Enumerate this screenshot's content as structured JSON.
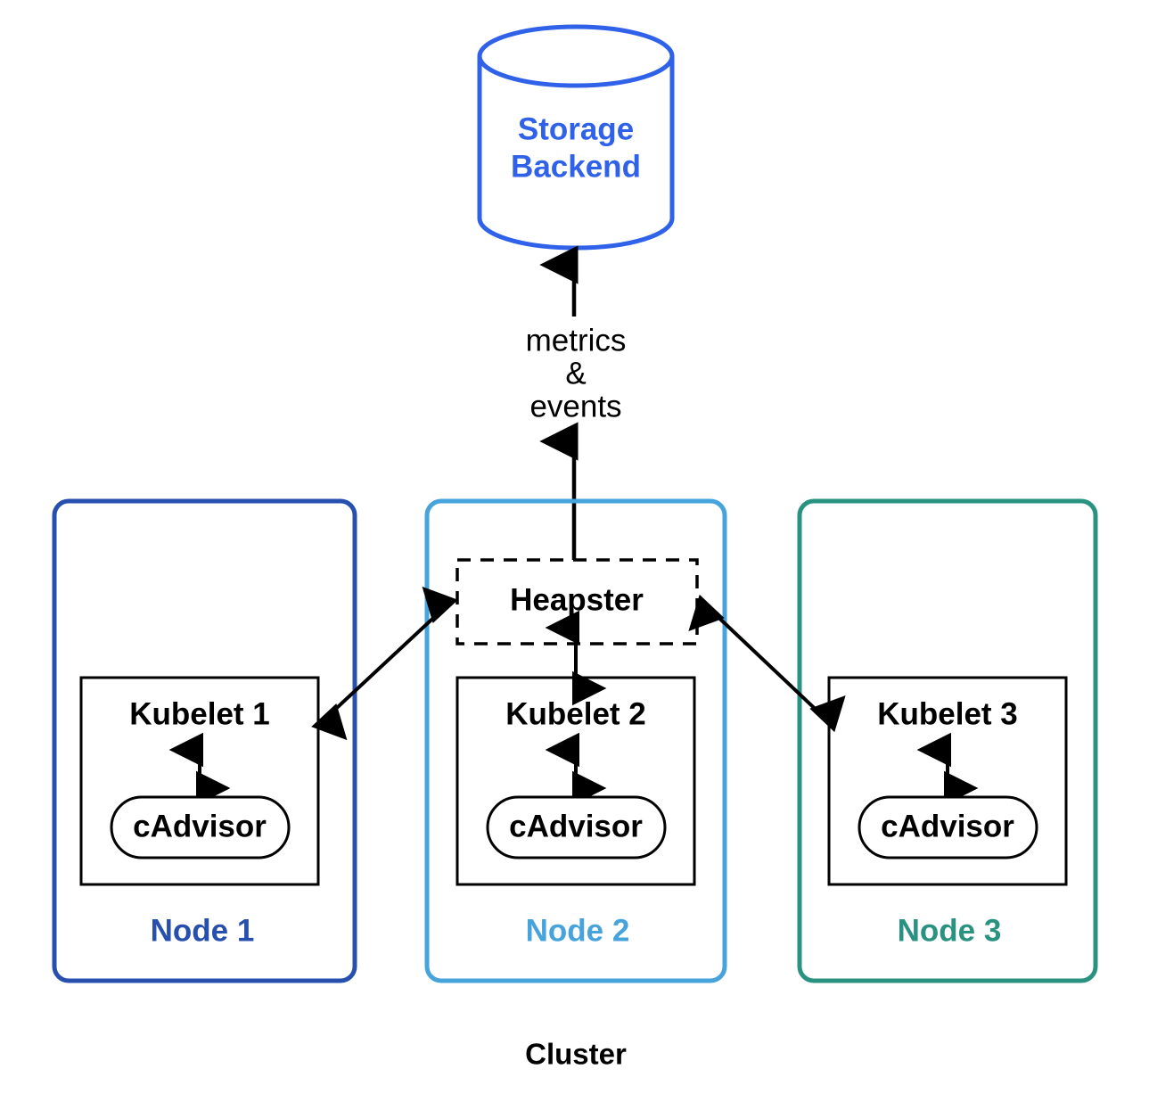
{
  "diagram": {
    "title_caption": "Cluster",
    "storage": {
      "label_line1": "Storage",
      "label_line2": "Backend",
      "color": "#2F62E8",
      "shape": "cylinder"
    },
    "flow_label": {
      "line1": "metrics",
      "line2": "&",
      "line3": "events",
      "color": "#000000"
    },
    "heapster": {
      "label": "Heapster",
      "border_style": "dashed",
      "color": "#000000"
    },
    "nodes": [
      {
        "name": "Node 1",
        "color": "#2750AE",
        "kubelet_label": "Kubelet 1",
        "cadvisor_label": "cAdvisor",
        "has_heapster": false
      },
      {
        "name": "Node 2",
        "color": "#46A3DC",
        "kubelet_label": "Kubelet 2",
        "cadvisor_label": "cAdvisor",
        "has_heapster": true
      },
      {
        "name": "Node 3",
        "color": "#2A9280",
        "kubelet_label": "Kubelet 3",
        "cadvisor_label": "cAdvisor",
        "has_heapster": false
      }
    ],
    "connections": [
      {
        "from": "Heapster",
        "to": "Storage Backend",
        "label": "metrics & events",
        "direction": "one-way-up"
      },
      {
        "from": "Heapster",
        "to": "Kubelet 1",
        "direction": "bidirectional"
      },
      {
        "from": "Heapster",
        "to": "Kubelet 2",
        "direction": "bidirectional"
      },
      {
        "from": "Heapster",
        "to": "Kubelet 3",
        "direction": "bidirectional"
      },
      {
        "from": "Kubelet 1",
        "to": "cAdvisor",
        "direction": "bidirectional"
      },
      {
        "from": "Kubelet 2",
        "to": "cAdvisor",
        "direction": "bidirectional"
      },
      {
        "from": "Kubelet 3",
        "to": "cAdvisor",
        "direction": "bidirectional"
      }
    ]
  }
}
